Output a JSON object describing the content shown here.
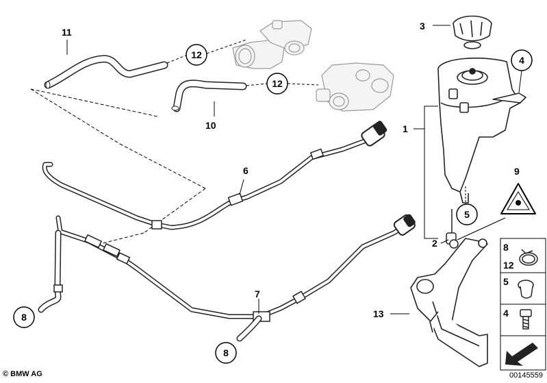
{
  "labels": {
    "plain": {
      "p1": "1",
      "p2": "2",
      "p3": "3",
      "p6": "6",
      "p7": "7",
      "p10": "10",
      "p11": "11",
      "p13": "13"
    },
    "circled": {
      "c8a": "8",
      "c8b": "8",
      "c12a": "12",
      "c12b": "12",
      "c5": "5"
    },
    "triangle": "9",
    "legend": {
      "row1_a": "8",
      "row1_b": "12",
      "row2": "5",
      "row3": "4"
    },
    "callout4": "4"
  },
  "footer": {
    "copyright": "© BMW AG",
    "reference": "00145559"
  }
}
